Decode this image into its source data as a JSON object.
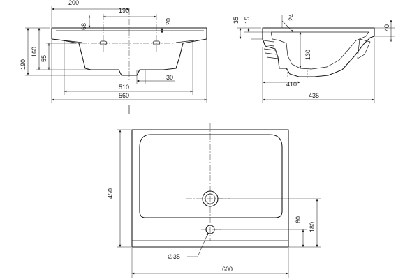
{
  "front_view": {
    "dims": {
      "overall_left": "200",
      "tap_spacing": "190",
      "tap_height": "68",
      "tap_offset": "20",
      "h_55": "55",
      "h_160": "160",
      "h_190": "190",
      "w_30": "30",
      "w_510": "510",
      "w_560": "560"
    }
  },
  "side_view": {
    "dims": {
      "t_35": "35",
      "t_15": "15",
      "t_24": "24",
      "h_40": "40",
      "h_130": "130",
      "d_410": "410",
      "d_435": "435"
    }
  },
  "plan_view": {
    "dims": {
      "depth_450": "450",
      "w_60": "60",
      "h_180": "180",
      "diam_35": "∅35",
      "width_600": "600"
    }
  }
}
